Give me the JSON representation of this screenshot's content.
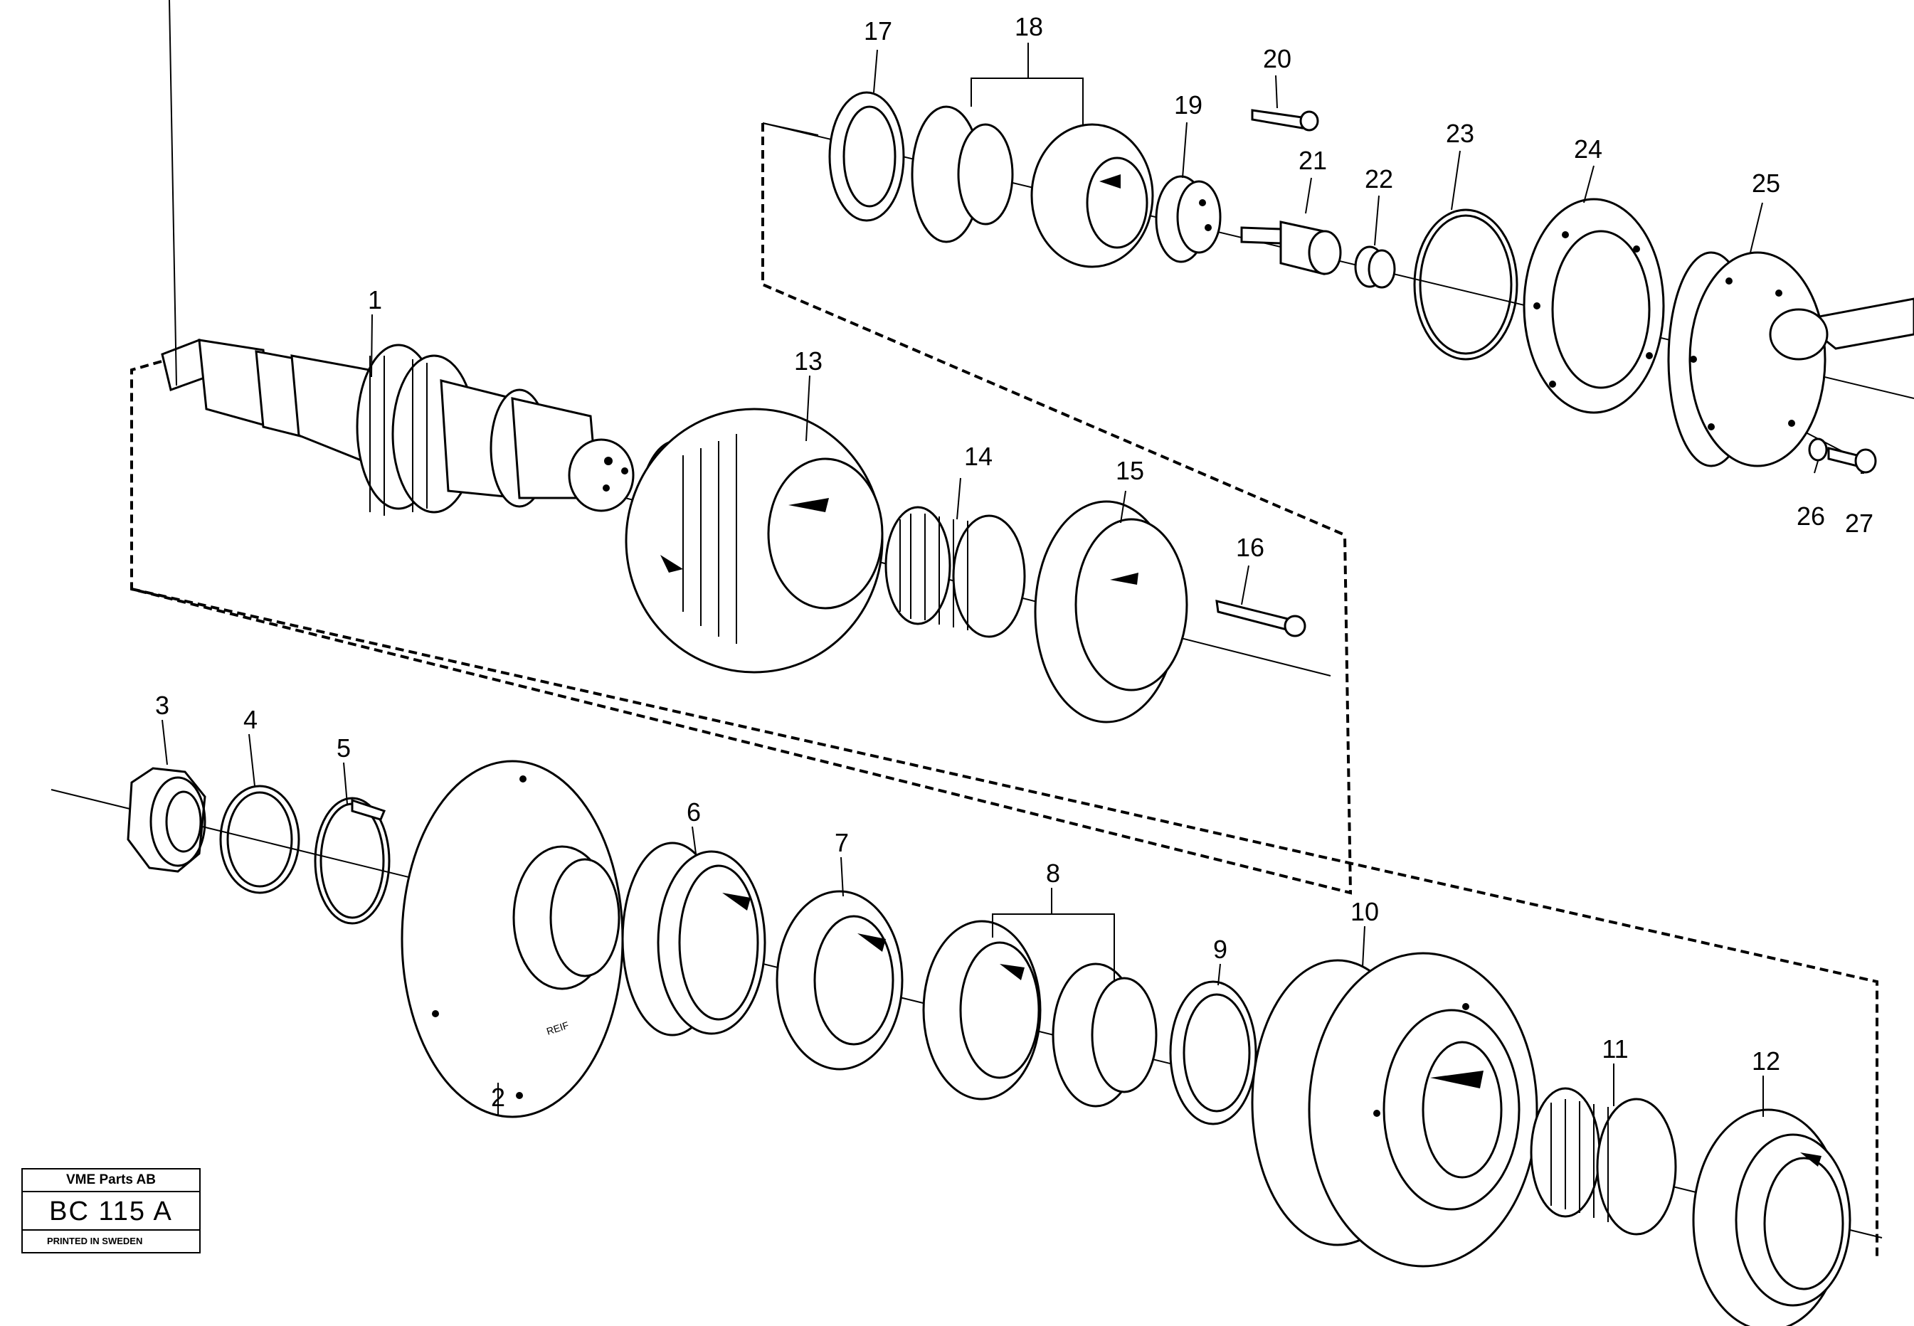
{
  "diagram": {
    "parts": [
      {
        "id": "1",
        "label": "1"
      },
      {
        "id": "2",
        "label": "2"
      },
      {
        "id": "3",
        "label": "3"
      },
      {
        "id": "4",
        "label": "4"
      },
      {
        "id": "5",
        "label": "5"
      },
      {
        "id": "6",
        "label": "6"
      },
      {
        "id": "7",
        "label": "7"
      },
      {
        "id": "8",
        "label": "8"
      },
      {
        "id": "9",
        "label": "9"
      },
      {
        "id": "10",
        "label": "10"
      },
      {
        "id": "11",
        "label": "11"
      },
      {
        "id": "12",
        "label": "12"
      },
      {
        "id": "13",
        "label": "13"
      },
      {
        "id": "14",
        "label": "14"
      },
      {
        "id": "15",
        "label": "15"
      },
      {
        "id": "16",
        "label": "16"
      },
      {
        "id": "17",
        "label": "17"
      },
      {
        "id": "18",
        "label": "18"
      },
      {
        "id": "19",
        "label": "19"
      },
      {
        "id": "20",
        "label": "20"
      },
      {
        "id": "21",
        "label": "21"
      },
      {
        "id": "22",
        "label": "22"
      },
      {
        "id": "23",
        "label": "23"
      },
      {
        "id": "24",
        "label": "24"
      },
      {
        "id": "25",
        "label": "25"
      },
      {
        "id": "26",
        "label": "26"
      },
      {
        "id": "27",
        "label": "27"
      }
    ],
    "stamp": "REIF"
  },
  "title_block": {
    "company": "VME Parts AB",
    "code": "BC 115 A",
    "printed": "PRINTED IN SWEDEN"
  }
}
